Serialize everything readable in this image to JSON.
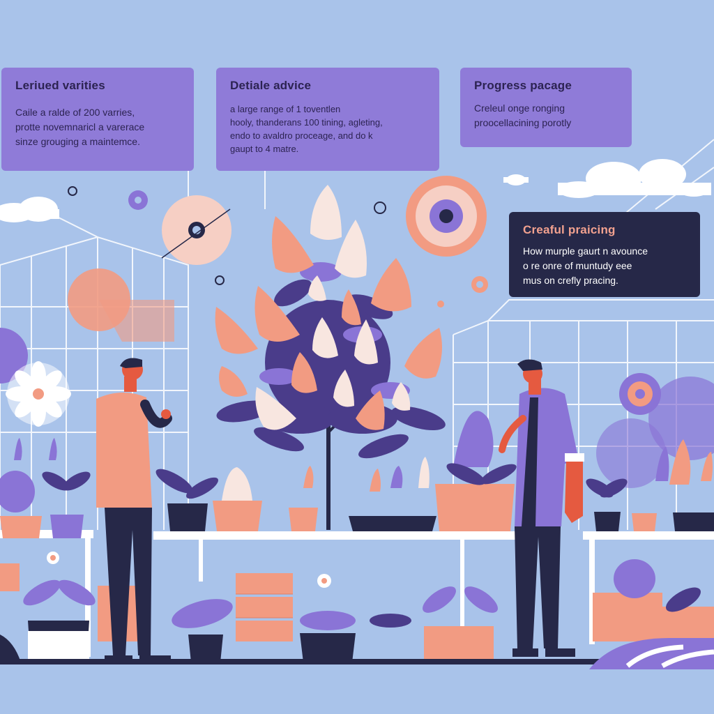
{
  "cards": {
    "c1": {
      "title": "Leriued varities",
      "lines": [
        "Caile a ralde of 200 varries,",
        "protte novemnaricl a varerace",
        "sinze grouging a maintemce."
      ]
    },
    "c2": {
      "title": "Detiale advice",
      "lines": [
        "a large range of 1 toventlen",
        "hooly, thanderans 100 tining, agleting,",
        "endo to avaldro proceage, and do k",
        "gaupt to 4 matre."
      ]
    },
    "c3": {
      "title": "Progress pacage",
      "lines": [
        "Creleul onge ronging",
        "proocellacining porotly"
      ]
    },
    "c4": {
      "title": "Creaful praicing",
      "lines": [
        "How murple gaurt n avounce",
        "o re onre of muntudy eee",
        "mus on crefly pracing."
      ]
    }
  },
  "colors": {
    "sky": "#a9c3ea",
    "card_purple": "#8f7bd8",
    "card_navy": "#262848",
    "coral": "#f29b82",
    "lavender": "#8a74d6",
    "navy": "#262848"
  },
  "icons": [
    "cloud-icon",
    "gear-icon",
    "flower-icon",
    "sun-icon"
  ]
}
